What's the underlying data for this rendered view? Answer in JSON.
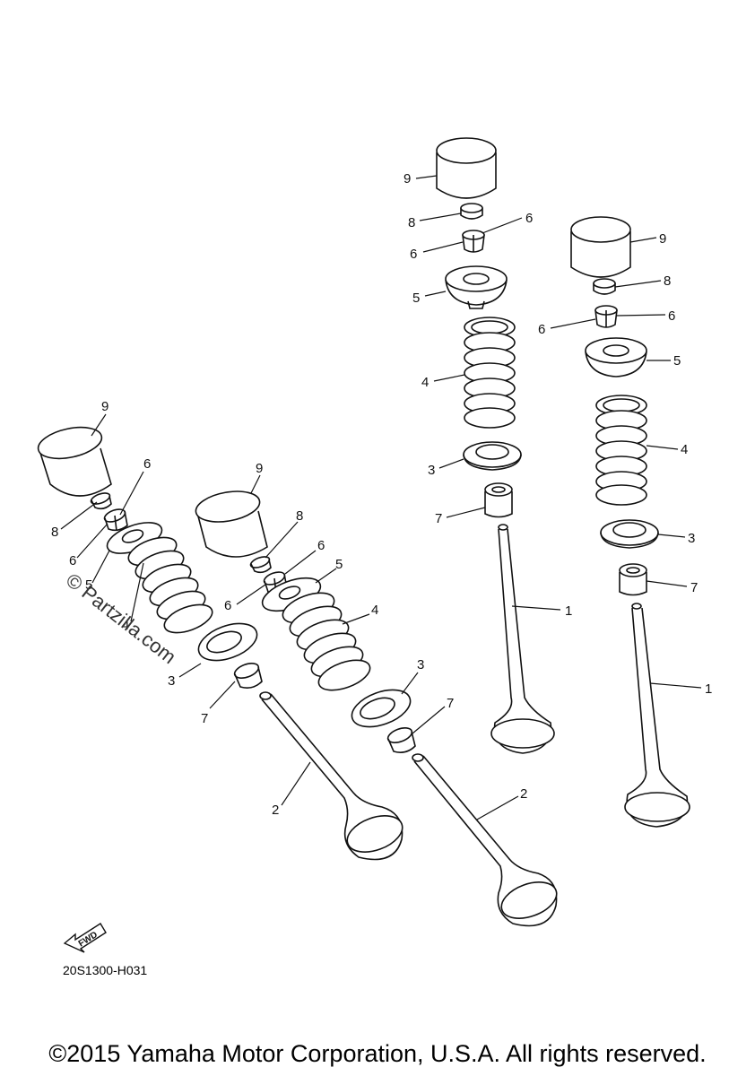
{
  "watermark": "© Partzilla.com",
  "diagram_code": "20S1300-H031",
  "fwd_label": "FWD",
  "copyright": "©2015 Yamaha Motor Corporation, U.S.A. All rights reserved.",
  "callouts": [
    {
      "id": "c9a",
      "text": "9"
    },
    {
      "id": "c8a",
      "text": "8"
    },
    {
      "id": "c6a1",
      "text": "6"
    },
    {
      "id": "c6a2",
      "text": "6"
    },
    {
      "id": "c5a",
      "text": "5"
    },
    {
      "id": "c4a",
      "text": "4"
    },
    {
      "id": "c3a",
      "text": "3"
    },
    {
      "id": "c7a",
      "text": "7"
    },
    {
      "id": "c1a",
      "text": "1"
    },
    {
      "id": "c9b",
      "text": "9"
    },
    {
      "id": "c8b",
      "text": "8"
    },
    {
      "id": "c6b1",
      "text": "6"
    },
    {
      "id": "c6b2",
      "text": "6"
    },
    {
      "id": "c5b",
      "text": "5"
    },
    {
      "id": "c4b",
      "text": "4"
    },
    {
      "id": "c3b",
      "text": "3"
    },
    {
      "id": "c7b",
      "text": "7"
    },
    {
      "id": "c1b",
      "text": "1"
    },
    {
      "id": "c9c",
      "text": "9"
    },
    {
      "id": "c6c1",
      "text": "6"
    },
    {
      "id": "c8c",
      "text": "8"
    },
    {
      "id": "c6c2",
      "text": "6"
    },
    {
      "id": "c5c",
      "text": "5"
    },
    {
      "id": "c4c",
      "text": "4"
    },
    {
      "id": "c3c",
      "text": "3"
    },
    {
      "id": "c7c",
      "text": "7"
    },
    {
      "id": "c2c",
      "text": "2"
    },
    {
      "id": "c9d",
      "text": "9"
    },
    {
      "id": "c8d",
      "text": "8"
    },
    {
      "id": "c6d1",
      "text": "6"
    },
    {
      "id": "c6d2",
      "text": "6"
    },
    {
      "id": "c5d",
      "text": "5"
    },
    {
      "id": "c4d",
      "text": "4"
    },
    {
      "id": "c3d",
      "text": "3"
    },
    {
      "id": "c7d",
      "text": "7"
    },
    {
      "id": "c2d",
      "text": "2"
    }
  ]
}
